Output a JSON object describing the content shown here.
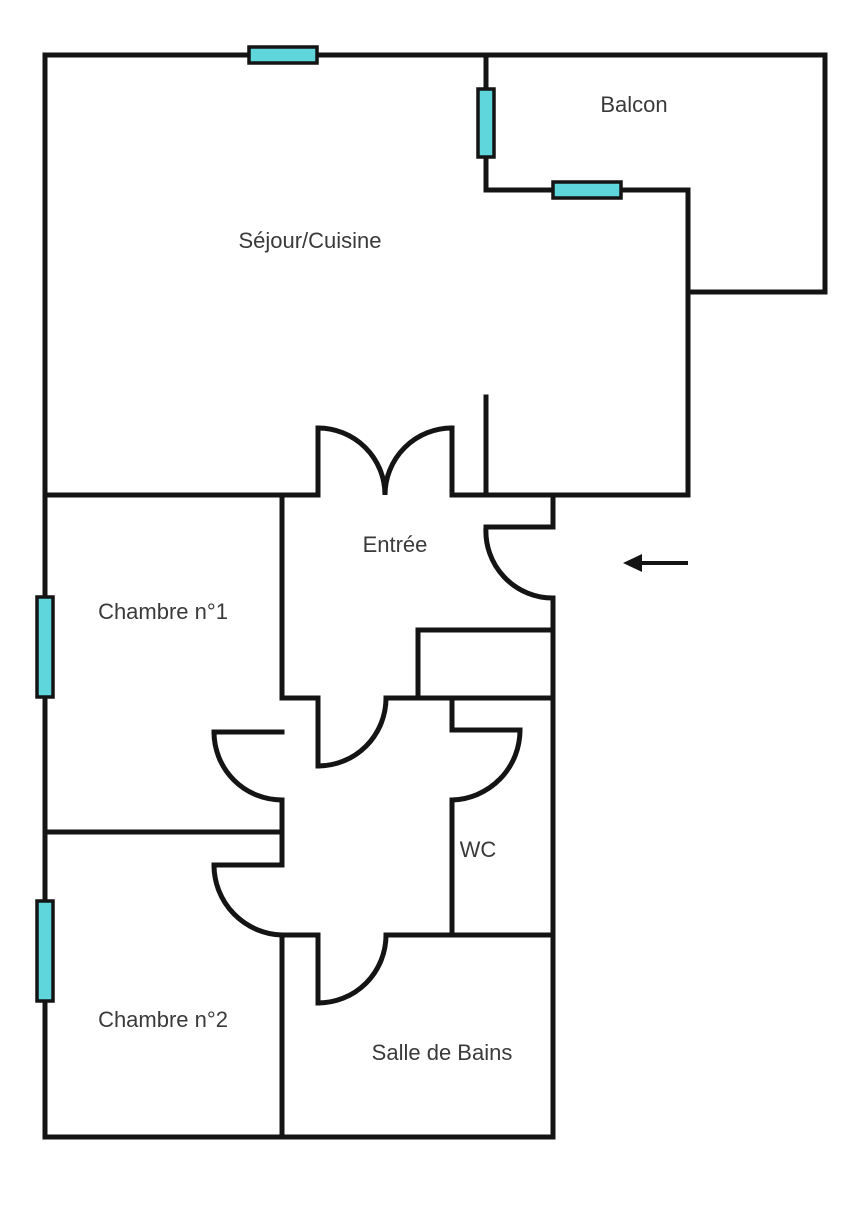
{
  "rooms": {
    "balcon": "Balcon",
    "sejour_cuisine": "Séjour/Cuisine",
    "entree": "Entrée",
    "chambre_1": "Chambre n°1",
    "chambre_2": "Chambre n°2",
    "wc": "WC",
    "salle_de_bains": "Salle de Bains"
  },
  "colors": {
    "wall": "#141414",
    "window": "#5fd6dc",
    "label": "#3a3a3a",
    "background": "#ffffff"
  }
}
